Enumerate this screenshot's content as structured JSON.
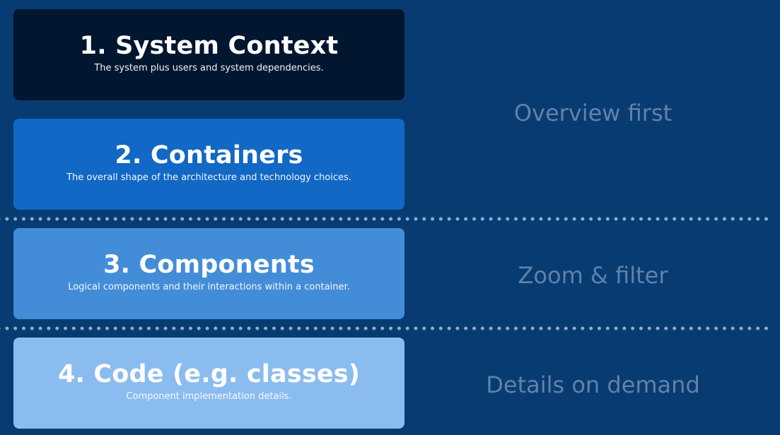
{
  "levels": [
    {
      "title": "1. System Context",
      "description": "The system plus users and system dependencies.",
      "color": "#021630"
    },
    {
      "title": "2. Containers",
      "description": "The overall shape of the architecture and technology choices.",
      "color": "#1168c5"
    },
    {
      "title": "3. Components",
      "description": "Logical components and their interactions within a container.",
      "color": "#438dd8"
    },
    {
      "title": "4. Code (e.g. classes)",
      "description": "Component implementation details.",
      "color": "#8bbcef"
    }
  ],
  "side_labels": {
    "overview": "Overview first",
    "zoom": "Zoom & filter",
    "details": "Details on demand"
  },
  "colors": {
    "background": "#083b71",
    "side_label": "#5f82ab"
  }
}
